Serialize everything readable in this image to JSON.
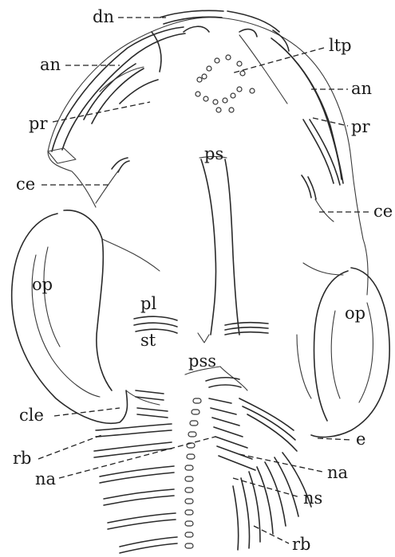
{
  "labels": {
    "dn": "dn",
    "an_left": "an",
    "an_right": "an",
    "ltp": "ltp",
    "pr_left": "pr",
    "pr_right": "pr",
    "ps": "ps",
    "ce_left": "ce",
    "ce_right": "ce",
    "op_left": "op",
    "op_right": "op",
    "pl": "pl",
    "st": "st",
    "pss": "pss",
    "cle": "cle",
    "e": "e",
    "rb_left": "rb",
    "rb_bottom": "rb",
    "na_left": "na",
    "na_right": "na",
    "ns": "ns"
  }
}
